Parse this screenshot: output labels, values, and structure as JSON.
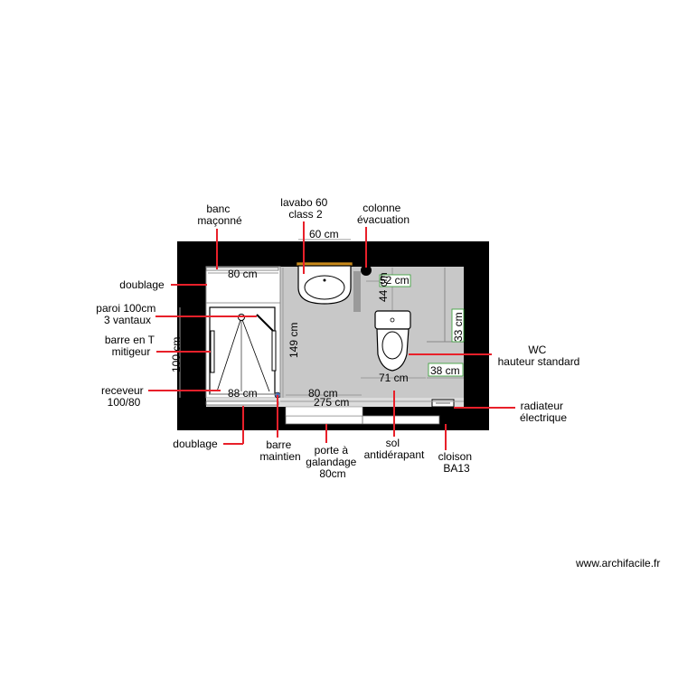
{
  "labels": {
    "banc": [
      "banc",
      "maçonné"
    ],
    "lavabo": [
      "lavabo 60",
      "class 2"
    ],
    "colonne": [
      "colonne",
      "évacuation"
    ],
    "doublage_top": [
      "doublage"
    ],
    "paroi": [
      "paroi 100cm",
      "3 vantaux"
    ],
    "barre_t": [
      "barre en T",
      "mitigeur"
    ],
    "receveur": [
      "receveur",
      "100/80"
    ],
    "doublage_bottom": [
      "doublage"
    ],
    "barre_maintien": [
      "barre",
      "maintien"
    ],
    "porte": [
      "porte à",
      "galandage",
      "80cm"
    ],
    "sol": [
      "sol",
      "antidérapant"
    ],
    "cloison": [
      "cloison",
      "BA13"
    ],
    "wc": [
      "WC",
      "hauteur standard"
    ],
    "radiateur": [
      "radiateur",
      "électrique"
    ]
  },
  "dimensions": {
    "banc_width": "80 cm",
    "lavabo_width": "60 cm",
    "lavabo_offset": "52 cm",
    "wc_offset_top": "44 cm",
    "wc_depth": "71 cm",
    "wc_side": "33 cm",
    "wc_side_2": "38 cm",
    "room_height": "149 cm",
    "shower_height": "100 cm",
    "shower_width": "88 cm",
    "door_width": "80 cm",
    "room_width": "275 cm"
  },
  "credit": "www.archifacile.fr",
  "colors": {
    "wall": "#000000",
    "floor": "#c8c8c8",
    "label_line": "#e8202a",
    "dim_line": "#9a9a9a",
    "dim_box": "#2e9b2e",
    "sink_rim": "#c98a1b"
  }
}
